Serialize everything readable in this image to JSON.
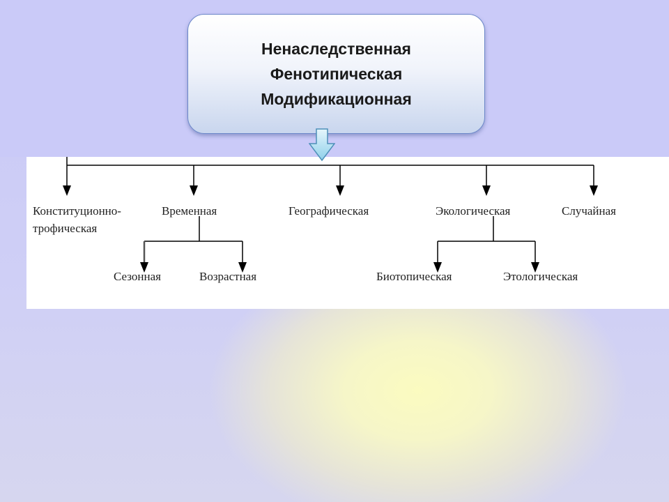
{
  "title": {
    "lines": [
      "Ненаследственная",
      "Фенотипическая",
      "Модификационная"
    ]
  },
  "nodes": {
    "constitutional": {
      "line1": "Конституционно-",
      "line2": "трофическая"
    },
    "temporal": "Временная",
    "geographic": "Географическая",
    "ecological": "Экологическая",
    "random": "Случайная",
    "seasonal": "Сезонная",
    "age": "Возрастная",
    "biotopic": "Биотопическая",
    "ethological": "Этологическая"
  },
  "colors": {
    "title_border": "#6b87c9",
    "arrow_fill": "#a8dcf0",
    "arrow_stroke": "#4d8fb8",
    "background": "#cacaf8"
  },
  "icons": {
    "connector": "down-arrow-icon"
  }
}
